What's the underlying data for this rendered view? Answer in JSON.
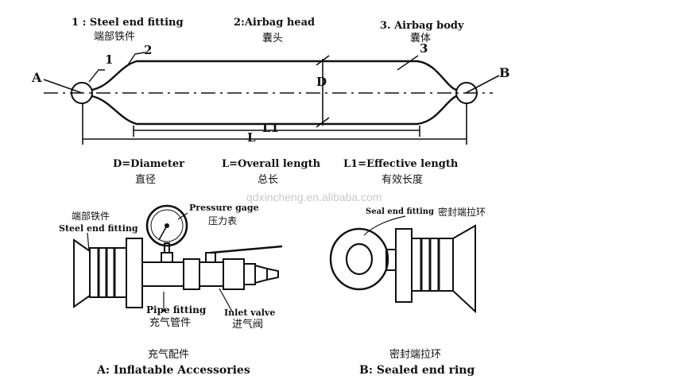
{
  "top": {
    "label1_en": "1 : Steel end fitting",
    "label1_cn": "端部铁件",
    "label2_en": "2:Airbag head",
    "label2_cn": "囊头",
    "label3_en": "3. Airbag body",
    "label3_cn": "囊体",
    "mark_a": "A",
    "mark_b": "B",
    "num_1": "1",
    "num_2": "2",
    "num_3": "3",
    "dim_d": "D",
    "dim_l1": "L1",
    "dim_l": "L"
  },
  "legend": {
    "d_en": "D=Diameter",
    "d_cn": "直径",
    "l_en": "L=Overall length",
    "l_cn": "总长",
    "l1_en": "L1=Effective length",
    "l1_cn": "有效长度"
  },
  "watermark": "qdxincheng.en.alibaba.com",
  "accessories": {
    "steel_cn": "端部铁件",
    "steel_en": "Steel end fitting",
    "gauge_en": "Pressure gage",
    "gauge_cn": "压力表",
    "pipe_en": "Pipe fitting",
    "pipe_cn": "充气管件",
    "valve_en": "Inlet valve",
    "valve_cn": "进气阀",
    "caption_cn": "充气配件",
    "caption_en": "A: Inflatable Accessories"
  },
  "sealed": {
    "label_en": "Seal end fitting",
    "label_cn": "密封端拉环",
    "caption_cn": "密封端拉环",
    "caption_en": "B: Sealed end ring"
  }
}
